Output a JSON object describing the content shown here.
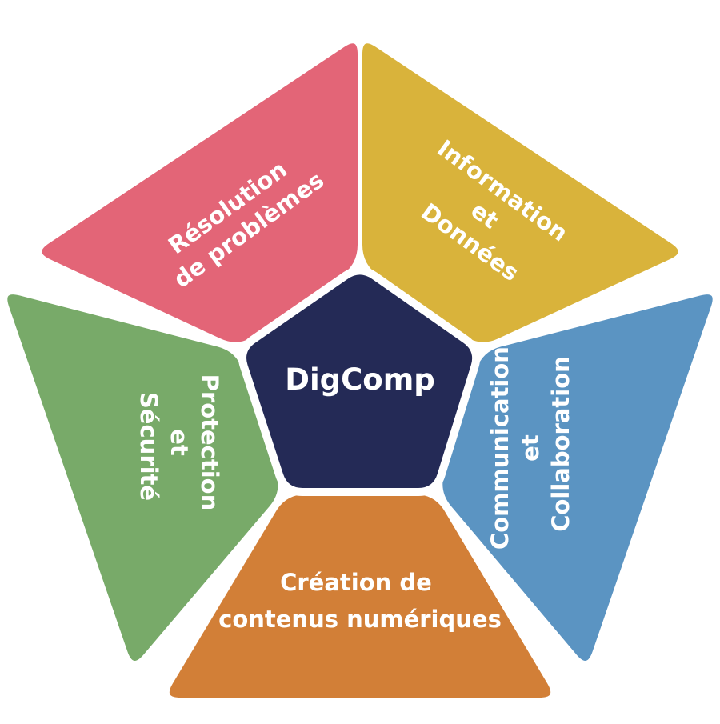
{
  "center": {
    "label": "DigComp",
    "color": "#242a56"
  },
  "areas": [
    {
      "id": "resolution",
      "color": "#e36577",
      "lines": [
        "Résolution",
        "de problèmes"
      ]
    },
    {
      "id": "information",
      "color": "#d9b33b",
      "lines": [
        "Information",
        "et",
        "Données"
      ]
    },
    {
      "id": "communication",
      "color": "#5b94c2",
      "lines": [
        "Communication",
        "et",
        "Collaboration"
      ]
    },
    {
      "id": "creation",
      "color": "#d27f37",
      "lines": [
        "Création de",
        "contenus numériques"
      ]
    },
    {
      "id": "protection",
      "color": "#78aa69",
      "lines": [
        "Protection",
        "et",
        "Sécurité"
      ]
    }
  ]
}
